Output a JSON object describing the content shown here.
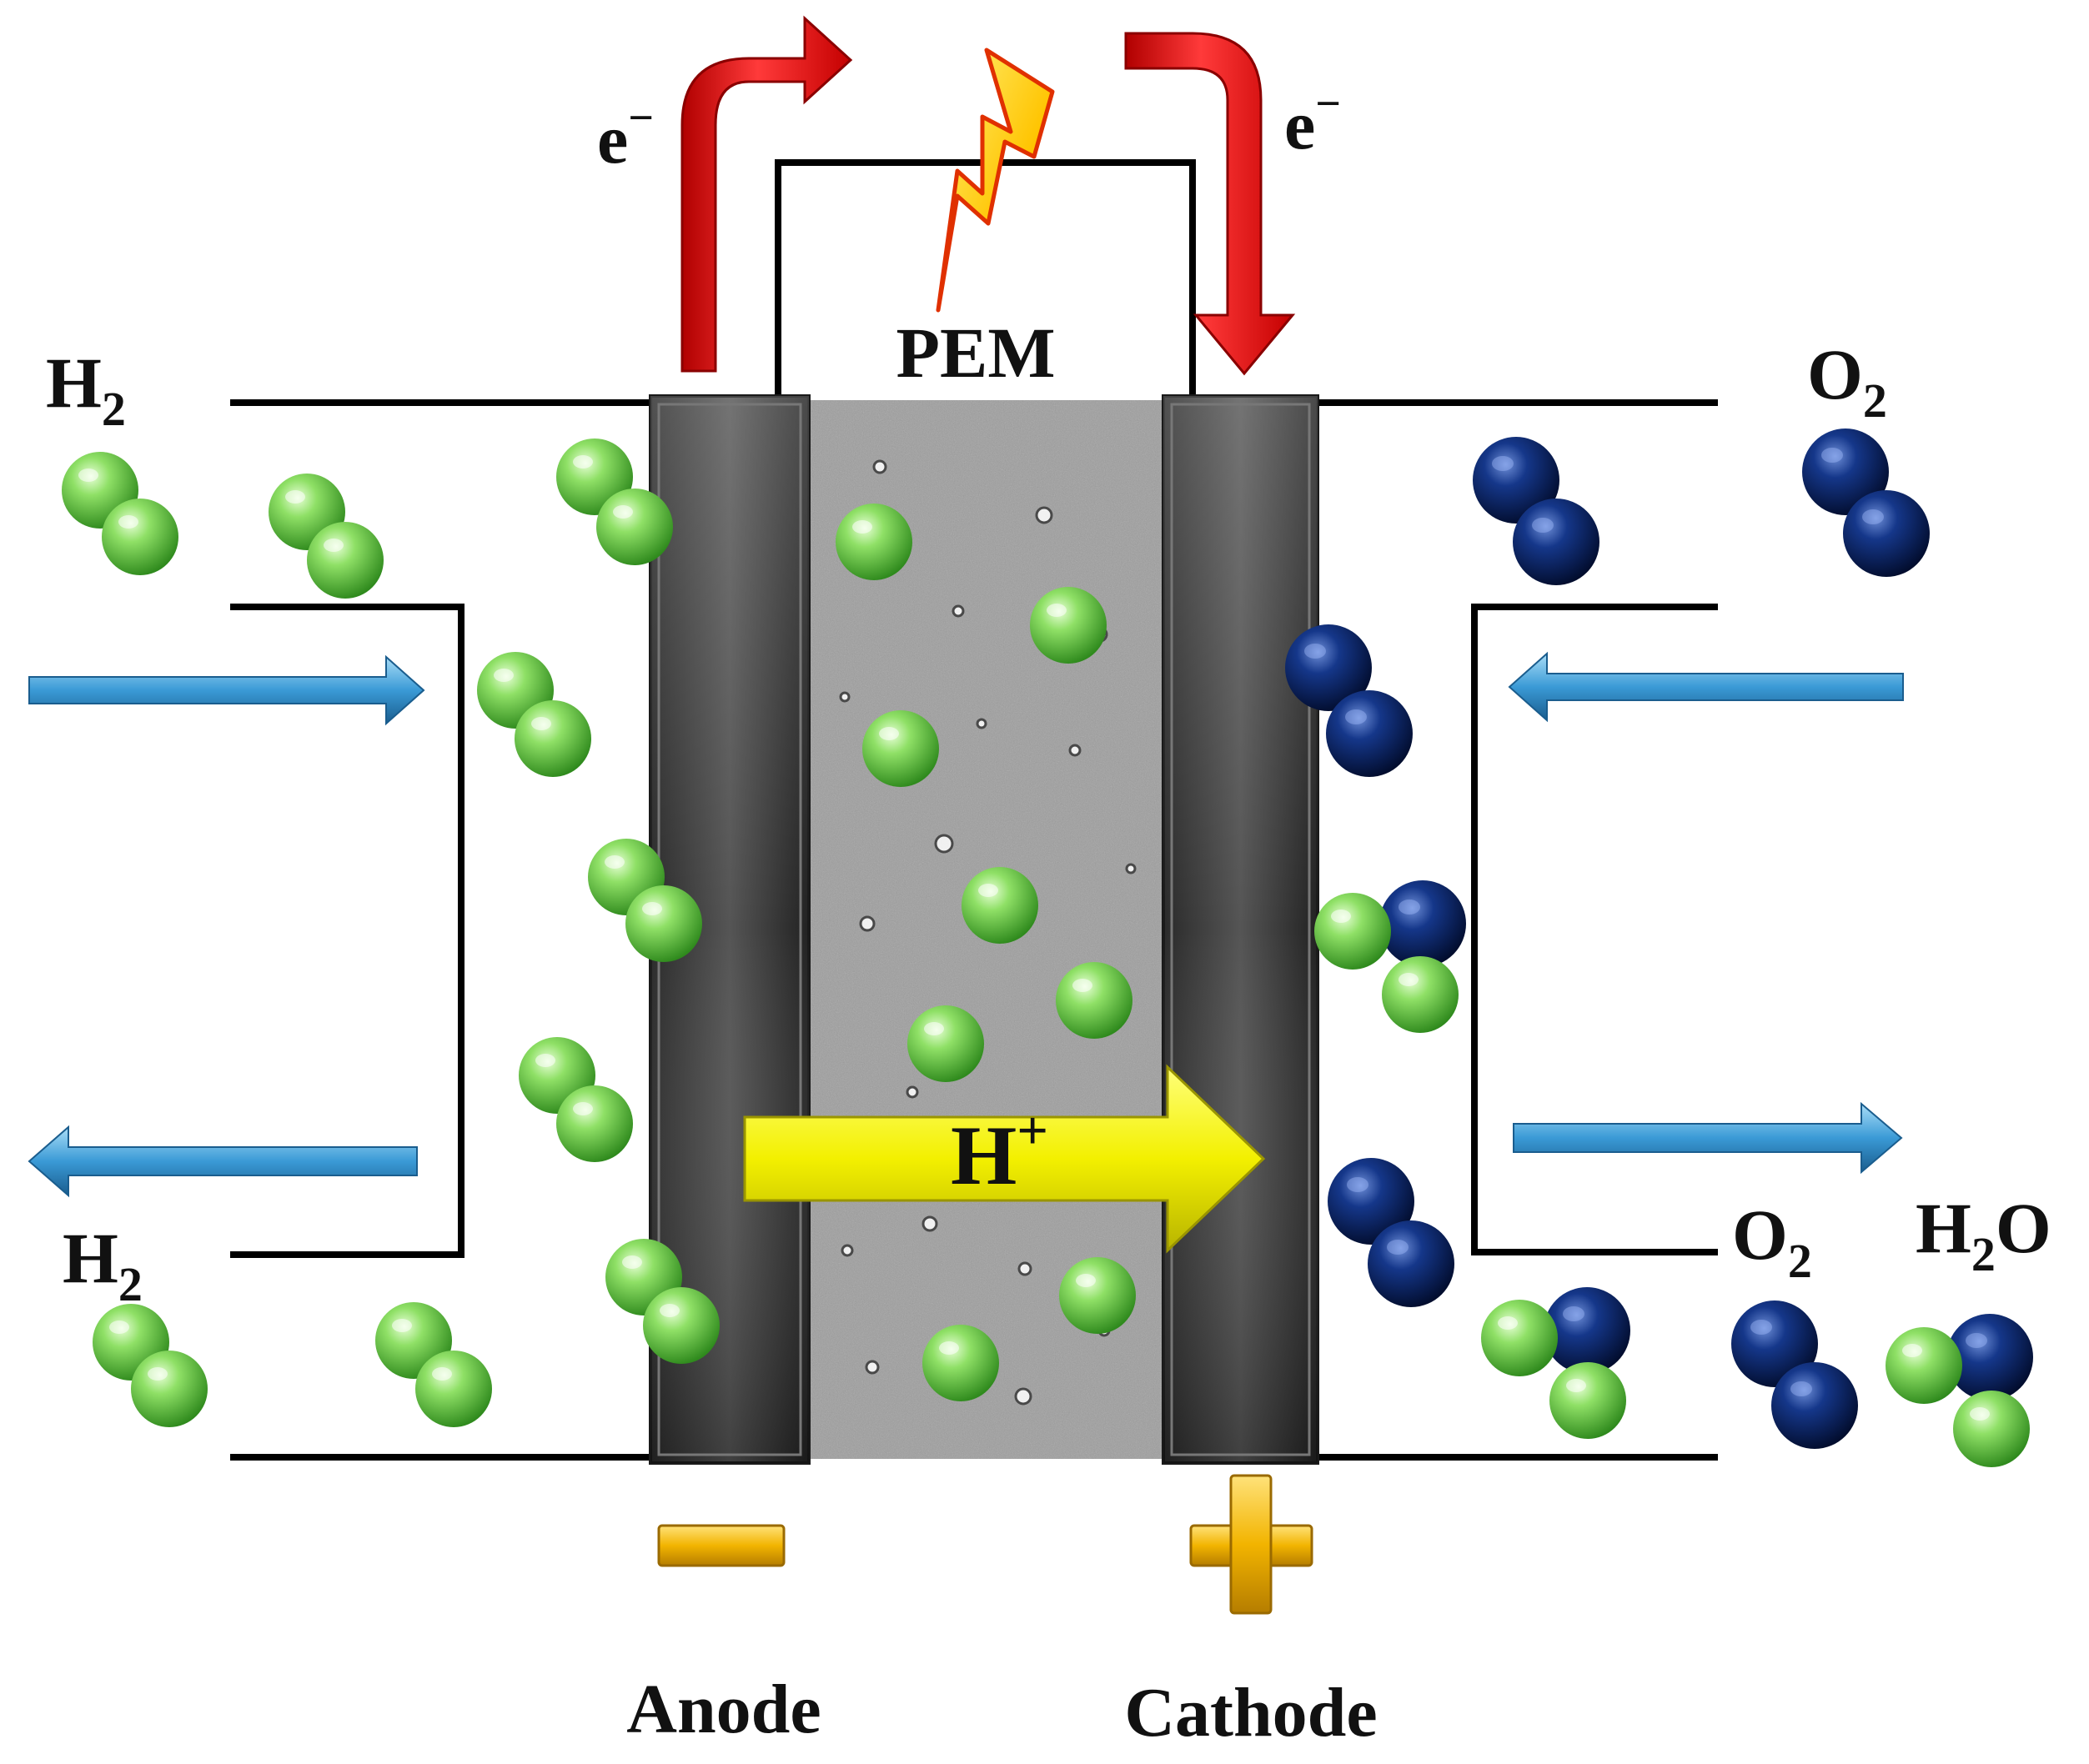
{
  "labels": {
    "electron_left": "e",
    "electron_left_sup": "−",
    "electron_right": "e",
    "electron_right_sup": "−",
    "membrane": "PEM",
    "h2_in": "H",
    "h2_in_sub": "2",
    "h2_out": "H",
    "h2_out_sub": "2",
    "o2_in": "O",
    "o2_in_sub": "2",
    "o2_out": "O",
    "o2_out_sub": "2",
    "water": "H",
    "water_sub": "2",
    "water_tail": "O",
    "proton": "H",
    "proton_sup": "+",
    "anode": "Anode",
    "cathode": "Cathode"
  },
  "colors": {
    "hydrogen_atom": "#5cc93f",
    "oxygen_atom": "#0d2a6b",
    "electron_arrow": "#ee1111",
    "proton_arrow": "#f3f000",
    "flow_arrow": "#3a9ad6",
    "electrode": "#3b3b3b",
    "membrane": "#9e9e9e",
    "terminal": "#f2b400",
    "spark": "#ffc400"
  },
  "icons": {
    "spark": "lightning-bolt-icon",
    "negative": "minus-terminal-icon",
    "positive": "plus-terminal-icon"
  }
}
